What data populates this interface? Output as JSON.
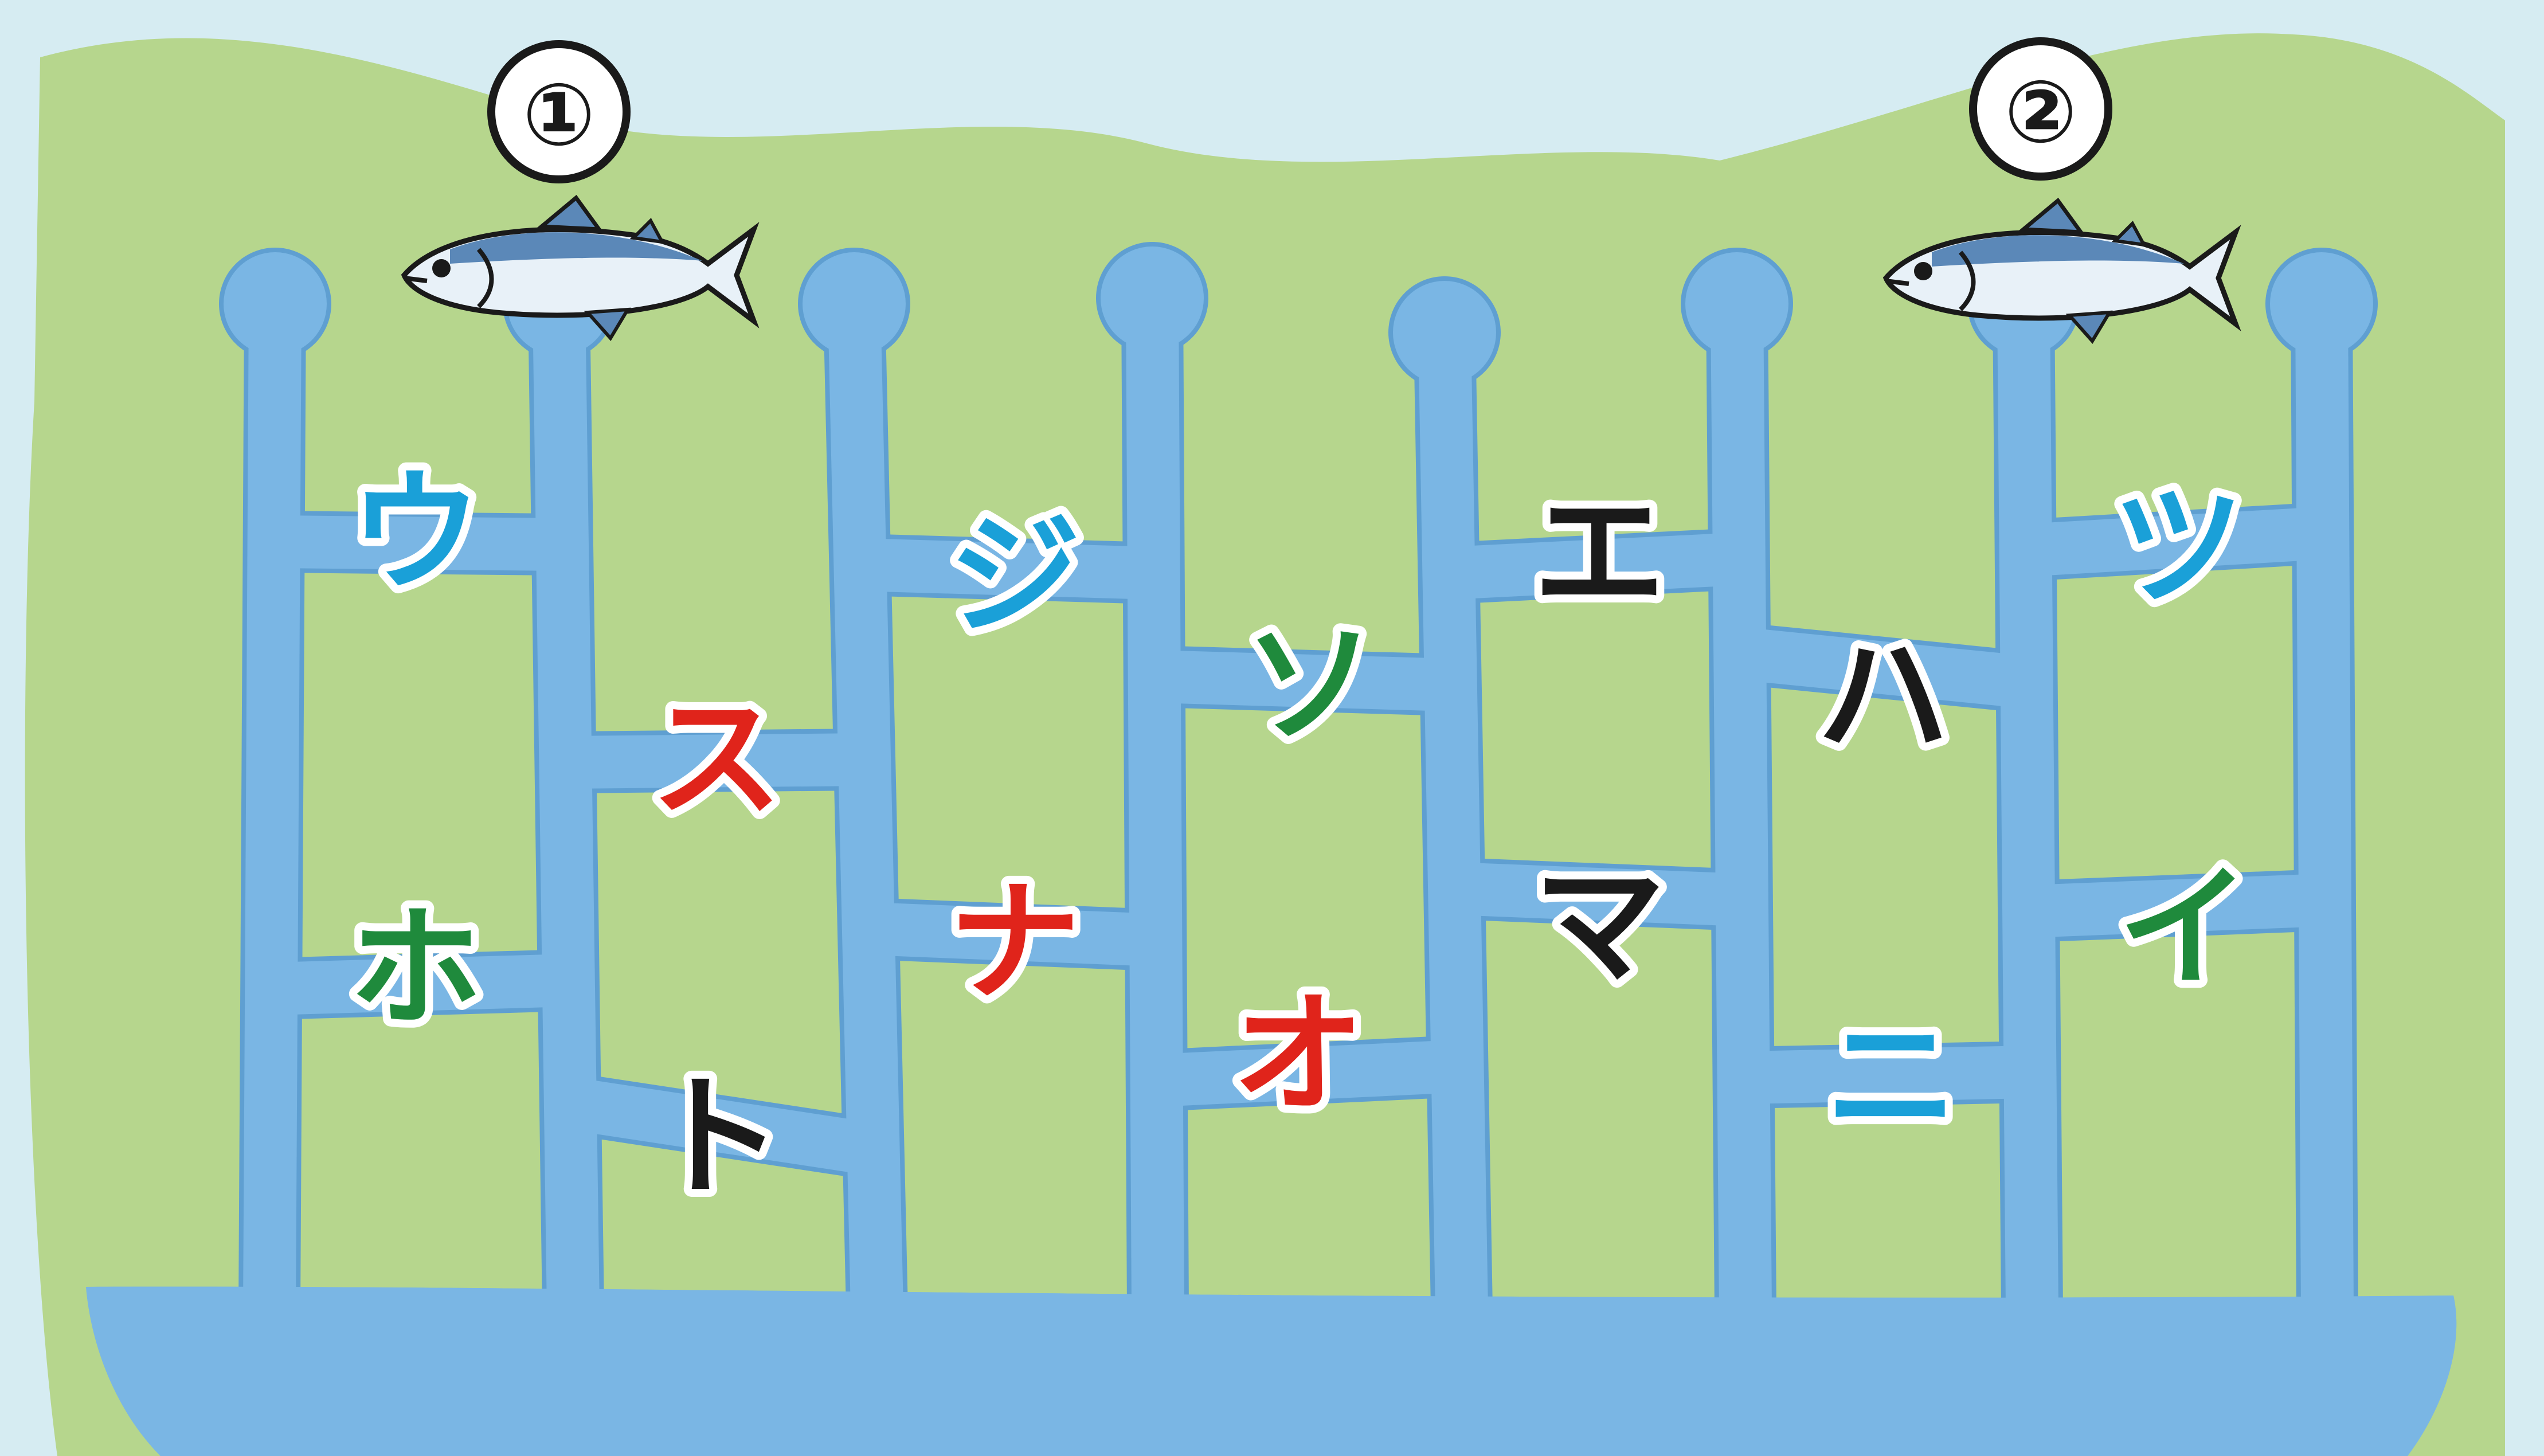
{
  "colors": {
    "sky": "#d6ecf2",
    "land": "#b6d68d",
    "water": "#7ab6e4",
    "water_edge": "#5f9fd1",
    "fish_body": "#e8f1f8",
    "fish_back": "#5b88b8",
    "red": "#e0241b",
    "green": "#1f8a3c",
    "blue": "#1aa0d8",
    "black": "#1a1a1a"
  },
  "starts": [
    {
      "label": "①",
      "fish": "salmon-icon"
    },
    {
      "label": "②",
      "fish": "salmon-icon"
    }
  ],
  "letters": [
    {
      "char": "ウ",
      "color": "blue"
    },
    {
      "char": "ス",
      "color": "red"
    },
    {
      "char": "ホ",
      "color": "green"
    },
    {
      "char": "ト",
      "color": "black"
    },
    {
      "char": "ジ",
      "color": "blue"
    },
    {
      "char": "ナ",
      "color": "red"
    },
    {
      "char": "ソ",
      "color": "green"
    },
    {
      "char": "オ",
      "color": "red"
    },
    {
      "char": "エ",
      "color": "black"
    },
    {
      "char": "マ",
      "color": "black"
    },
    {
      "char": "ハ",
      "color": "black"
    },
    {
      "char": "ニ",
      "color": "blue"
    },
    {
      "char": "ツ",
      "color": "blue"
    },
    {
      "char": "イ",
      "color": "green"
    }
  ]
}
